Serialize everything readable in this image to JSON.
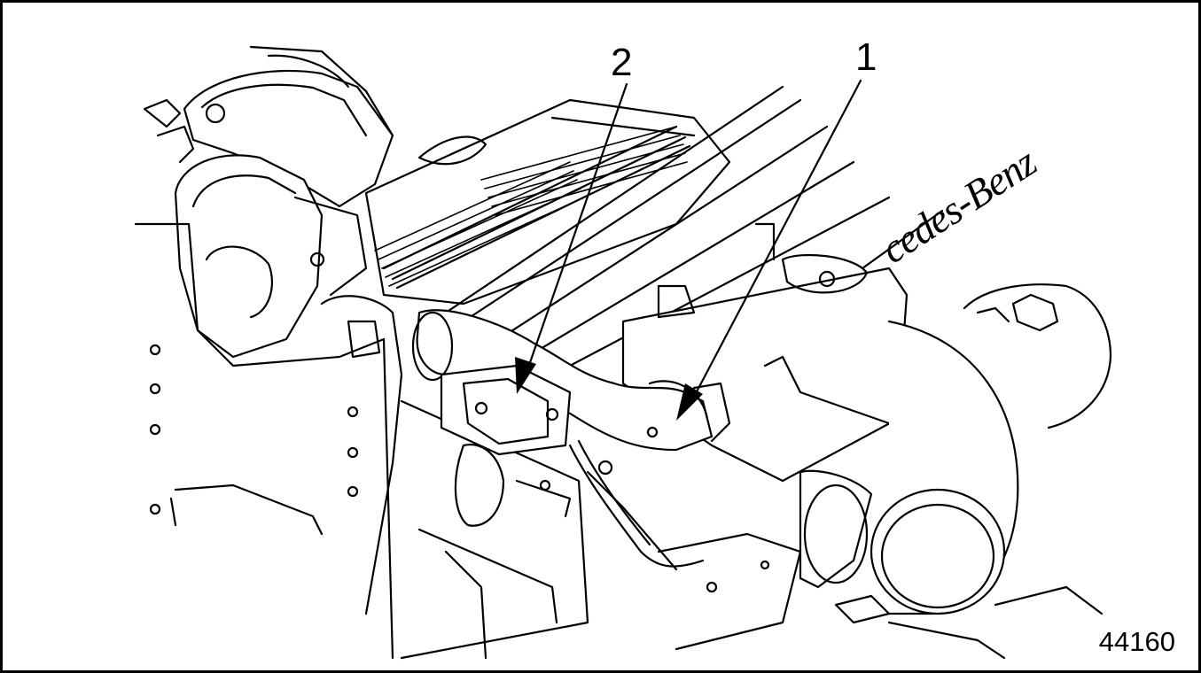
{
  "figure": {
    "callouts": [
      {
        "number": "1"
      },
      {
        "number": "2"
      }
    ],
    "figure_number": "44160",
    "engine_logo_text": "cedes-Benz",
    "colors": {
      "line": "#000000",
      "background": "#ffffff"
    }
  }
}
